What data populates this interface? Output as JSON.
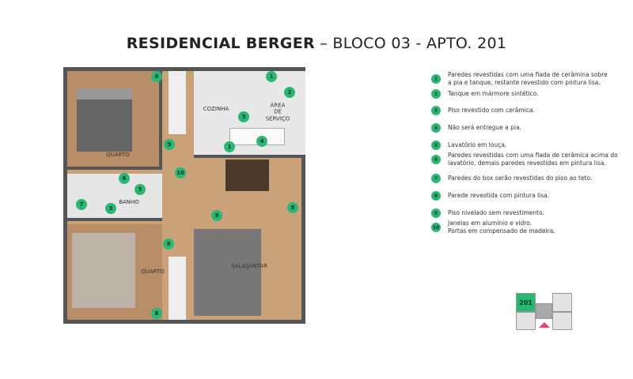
{
  "title": {
    "bold": "RESIDENCIAL BERGER",
    "rest": " – BLOCO 03 - APTO. 201"
  },
  "plan": {
    "rooms": {
      "cozinha": "COZINHA",
      "area_servico": "ÁREA DE\nSERVIÇO",
      "quarto1": "QUARTO",
      "banho": "BANHO",
      "quarto2": "QUARTO",
      "sala": "SALA/JANTAR"
    },
    "markers": [
      "1",
      "2",
      "8",
      "3",
      "9",
      "1",
      "4",
      "6",
      "5",
      "10",
      "7",
      "3",
      "9",
      "8",
      "9",
      "8"
    ]
  },
  "legend": [
    {
      "num": "1",
      "text": "Paredes revestidas com uma fiada de cerâmina sobre\na pia e tanque, restante revestido com pintura lisa."
    },
    {
      "num": "2",
      "text": "Tanque em mármore sintético."
    },
    {
      "num": "3",
      "text": "Piso revestido com cerâmica."
    },
    {
      "num": "4",
      "text": "Não será entregue a pia."
    },
    {
      "num": "5",
      "text": "Lavatório em louça."
    },
    {
      "num": "6",
      "text": "Paredes revestidas com uma fiada de cerâmica acima do\nlavatório, demais paredes revestidas em pintura lisa."
    },
    {
      "num": "7",
      "text": "Paredes do box serão revestidas do piso ao teto."
    },
    {
      "num": "8",
      "text": "Parede revestida com pintura lisa."
    },
    {
      "num": "9",
      "text": "Piso nivelado sem revestimento."
    },
    {
      "num": "10",
      "text": "Janelas em alumínio e vidro.\nPortas em compensado de madeira."
    }
  ],
  "key_map": {
    "unit": "201",
    "highlight_color": "#2bb673",
    "arrow_color": "#e83e8c"
  }
}
